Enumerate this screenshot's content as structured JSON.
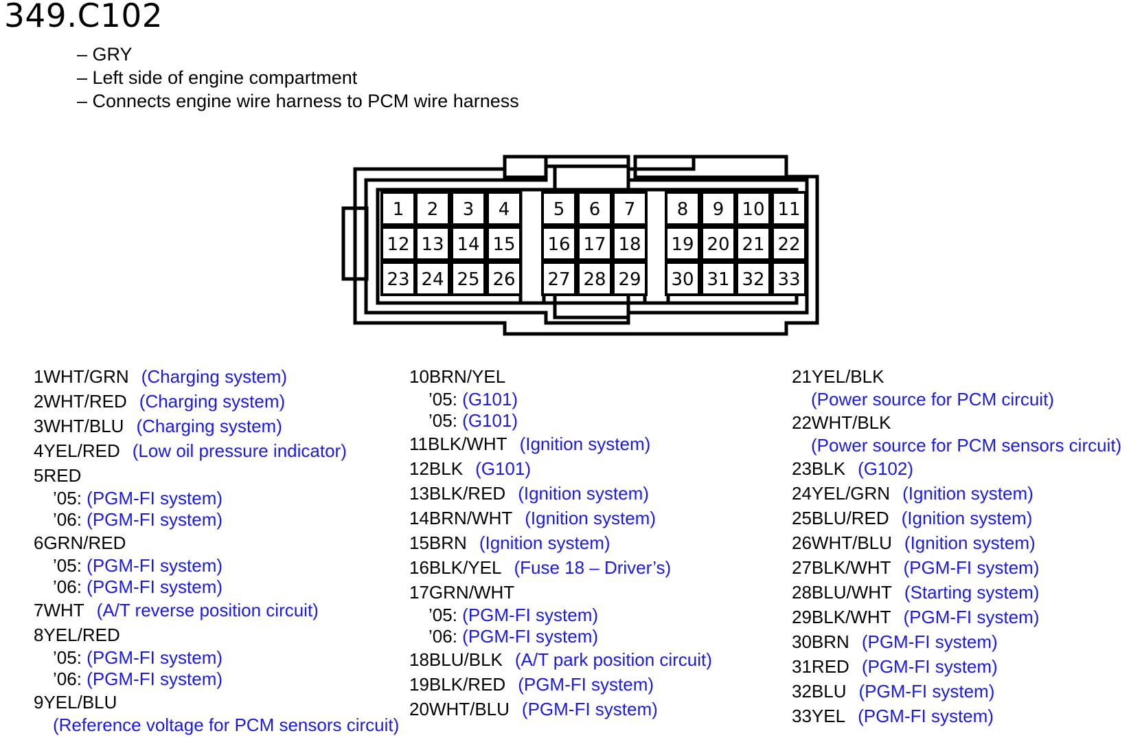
{
  "title": "349.C102",
  "desc": [
    "– GRY",
    "– Left side of engine compartment",
    "– Connects engine wire harness to PCM wire harness"
  ],
  "pins": [
    [
      "1",
      "2",
      "3",
      "4",
      "5",
      "6",
      "7",
      "8",
      "9",
      "10",
      "11"
    ],
    [
      "12",
      "13",
      "14",
      "15",
      "16",
      "17",
      "18",
      "19",
      "20",
      "21",
      "22"
    ],
    [
      "23",
      "24",
      "25",
      "26",
      "27",
      "28",
      "29",
      "30",
      "31",
      "32",
      "33"
    ]
  ],
  "columns": [
    [
      {
        "wire": "1WHT/GRN",
        "desc": "(Charging system)"
      },
      {
        "wire": "2WHT/RED",
        "desc": "(Charging system)"
      },
      {
        "wire": "3WHT/BLU",
        "desc": "(Charging system)"
      },
      {
        "wire": "4YEL/RED",
        "desc": "(Low oil pressure indicator)"
      },
      {
        "wire": "5RED",
        "desc": "",
        "subs": [
          {
            "pre": "’05:",
            "desc": "(PGM-FI system)"
          },
          {
            "pre": "’06:",
            "desc": "(PGM-FI system)"
          }
        ]
      },
      {
        "wire": "6GRN/RED",
        "desc": "",
        "subs": [
          {
            "pre": "’05:",
            "desc": "(PGM-FI system)"
          },
          {
            "pre": "’06:",
            "desc": "(PGM-FI system)"
          }
        ]
      },
      {
        "wire": "7WHT",
        "desc": "(A/T reverse position circuit)"
      },
      {
        "wire": "8YEL/RED",
        "desc": "",
        "subs": [
          {
            "pre": "’05:",
            "desc": "(PGM-FI system)"
          },
          {
            "pre": "’06:",
            "desc": "(PGM-FI system)"
          }
        ]
      },
      {
        "wire": "9YEL/BLU",
        "desc": "",
        "subs": [
          {
            "pre": "",
            "desc": "(Reference voltage for PCM sensors circuit)"
          }
        ]
      }
    ],
    [
      {
        "wire": "10BRN/YEL",
        "desc": "",
        "subs": [
          {
            "pre": "’05:",
            "desc": "(G101)"
          },
          {
            "pre": "’05:",
            "desc": "(G101)"
          }
        ]
      },
      {
        "wire": "11BLK/WHT",
        "desc": "(Ignition system)"
      },
      {
        "wire": "12BLK",
        "desc": "(G101)"
      },
      {
        "wire": "13BLK/RED",
        "desc": "(Ignition system)"
      },
      {
        "wire": "14BRN/WHT",
        "desc": "(Ignition system)"
      },
      {
        "wire": "15BRN",
        "desc": "(Ignition system)"
      },
      {
        "wire": "16BLK/YEL",
        "desc": "(Fuse 18 – Driver’s)"
      },
      {
        "wire": "17GRN/WHT",
        "desc": "",
        "subs": [
          {
            "pre": "’05:",
            "desc": "(PGM-FI system)"
          },
          {
            "pre": "’06:",
            "desc": "(PGM-FI system)"
          }
        ]
      },
      {
        "wire": "18BLU/BLK",
        "desc": "(A/T park position circuit)"
      },
      {
        "wire": "19BLK/RED",
        "desc": "(PGM-FI system)"
      },
      {
        "wire": "20WHT/BLU",
        "desc": "(PGM-FI system)"
      }
    ],
    [
      {
        "wire": "21YEL/BLK",
        "desc": "",
        "subs": [
          {
            "pre": "",
            "desc": "(Power source for PCM circuit)"
          }
        ]
      },
      {
        "wire": "22WHT/BLK",
        "desc": "",
        "subs": [
          {
            "pre": "",
            "desc": "(Power source for PCM sensors circuit)"
          }
        ]
      },
      {
        "wire": "23BLK",
        "desc": "(G102)"
      },
      {
        "wire": "24YEL/GRN",
        "desc": "(Ignition system)"
      },
      {
        "wire": "25BLU/RED",
        "desc": "(Ignition system)"
      },
      {
        "wire": "26WHT/BLU",
        "desc": "(Ignition system)"
      },
      {
        "wire": "27BLK/WHT",
        "desc": "(PGM-FI system)"
      },
      {
        "wire": "28BLU/WHT",
        "desc": "(Starting system)"
      },
      {
        "wire": "29BLK/WHT",
        "desc": "(PGM-FI system)"
      },
      {
        "wire": "30BRN",
        "desc": "(PGM-FI system)"
      },
      {
        "wire": "31RED",
        "desc": "(PGM-FI system)"
      },
      {
        "wire": "32BLU",
        "desc": "(PGM-FI system)"
      },
      {
        "wire": "33YEL",
        "desc": "(PGM-FI system)"
      }
    ]
  ],
  "colors": {
    "desc_text": "#1a1ae6",
    "outline": "#000000"
  }
}
